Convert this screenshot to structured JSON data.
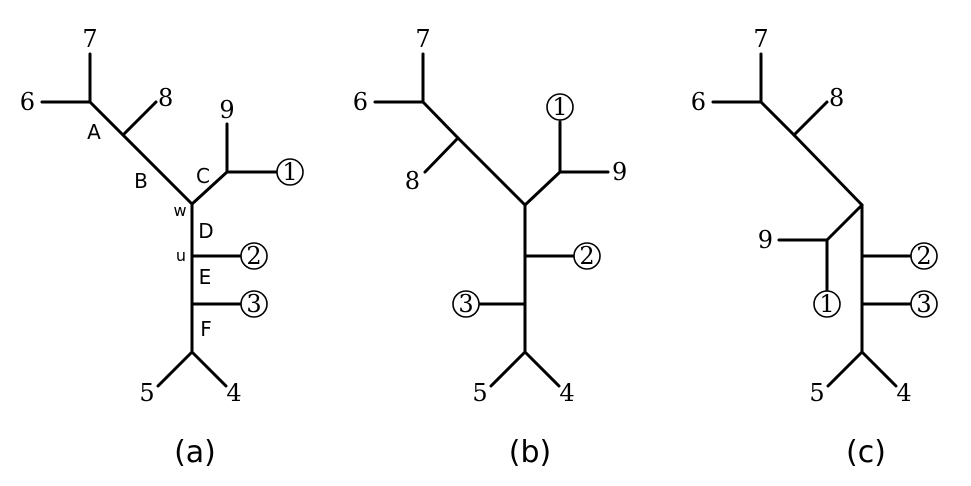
{
  "panels": [
    {
      "id": "a",
      "caption": "(a)",
      "leaf_labels": {
        "l7": "7",
        "l6": "6",
        "l8": "8",
        "l9": "9",
        "l1": "1",
        "l2": "2",
        "l3": "3",
        "l5": "5",
        "l4": "4"
      },
      "circled_leaves": [
        "l1",
        "l2",
        "l3"
      ],
      "edge_labels": {
        "A": "A",
        "B": "B",
        "C": "C",
        "D": "D",
        "E": "E",
        "F": "F"
      },
      "node_labels": {
        "w": "w",
        "u": "u"
      }
    },
    {
      "id": "b",
      "caption": "(b)",
      "leaf_labels": {
        "l7": "7",
        "l6": "6",
        "l8": "8",
        "l1": "1",
        "l9": "9",
        "l2": "2",
        "l3": "3",
        "l5": "5",
        "l4": "4"
      },
      "circled_leaves": [
        "l1",
        "l2",
        "l3"
      ],
      "edge_labels": {},
      "node_labels": {}
    },
    {
      "id": "c",
      "caption": "(c)",
      "leaf_labels": {
        "l7": "7",
        "l6": "6",
        "l8": "8",
        "l9": "9",
        "l1": "1",
        "l2": "2",
        "l3": "3",
        "l5": "5",
        "l4": "4"
      },
      "circled_leaves": [
        "l1",
        "l2",
        "l3"
      ],
      "edge_labels": {},
      "node_labels": {}
    }
  ]
}
